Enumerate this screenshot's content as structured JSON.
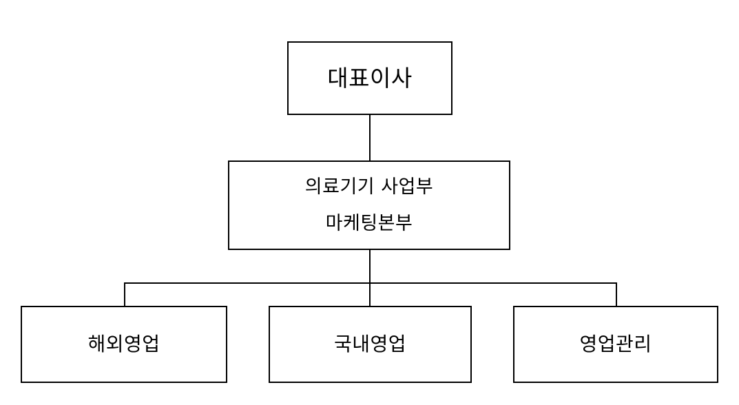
{
  "diagram": {
    "type": "organization-chart",
    "orientation": "top-down",
    "background_color": "#ffffff",
    "line_color": "#000000",
    "text_color": "#000000",
    "nodes": {
      "ceo": {
        "label": "대표이사"
      },
      "division": {
        "label_line1": "의료기기 사업부",
        "label_line2": "마케팅본부"
      },
      "leaves": [
        {
          "label": "해외영업"
        },
        {
          "label": "국내영업"
        },
        {
          "label": "영업관리"
        }
      ]
    }
  }
}
